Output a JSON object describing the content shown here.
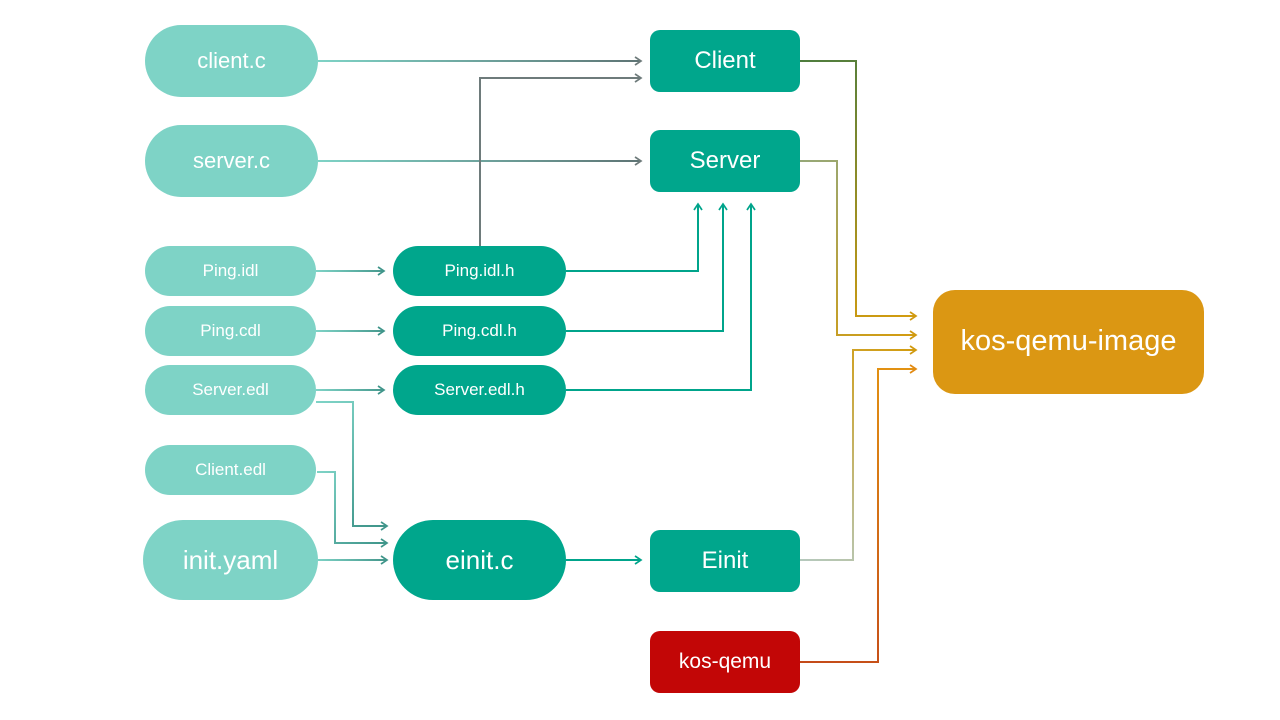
{
  "nodes": {
    "client_c": "client.c",
    "server_c": "server.c",
    "ping_idl": "Ping.idl",
    "ping_cdl": "Ping.cdl",
    "server_edl": "Server.edl",
    "client_edl": "Client.edl",
    "init_yaml": "init.yaml",
    "ping_idl_h": "Ping.idl.h",
    "ping_cdl_h": "Ping.cdl.h",
    "server_edl_h": "Server.edl.h",
    "einit_c": "einit.c",
    "client": "Client",
    "server": "Server",
    "einit": "Einit",
    "kos_qemu": "kos-qemu",
    "kos_qemu_image": "kos-qemu-image"
  },
  "edges": [
    {
      "from": "client.c",
      "to": "Client"
    },
    {
      "from": "server.c",
      "to": "Server"
    },
    {
      "from": "Ping.idl",
      "to": "Ping.idl.h"
    },
    {
      "from": "Ping.cdl",
      "to": "Ping.cdl.h"
    },
    {
      "from": "Server.edl",
      "to": "Server.edl.h"
    },
    {
      "from": "Ping.idl.h",
      "to": "Client"
    },
    {
      "from": "Ping.idl.h",
      "to": "Server"
    },
    {
      "from": "Ping.cdl.h",
      "to": "Server"
    },
    {
      "from": "Server.edl.h",
      "to": "Server"
    },
    {
      "from": "Server.edl",
      "to": "einit.c"
    },
    {
      "from": "Client.edl",
      "to": "einit.c"
    },
    {
      "from": "init.yaml",
      "to": "einit.c"
    },
    {
      "from": "einit.c",
      "to": "Einit"
    },
    {
      "from": "Client",
      "to": "kos-qemu-image"
    },
    {
      "from": "Server",
      "to": "kos-qemu-image"
    },
    {
      "from": "Einit",
      "to": "kos-qemu-image"
    },
    {
      "from": "kos-qemu",
      "to": "kos-qemu-image"
    }
  ],
  "colors": {
    "pill_light": "#7ED3C6",
    "teal": "#00A68C",
    "red": "#C20606",
    "gold": "#DB9713",
    "edge_gray": "#6E7B7B",
    "edge_teal": "#00A48B",
    "edge_teal_muted": "#3F958A",
    "edge_gold": "#D0990F",
    "edge_orange": "#E28A12",
    "background": "#FFFFFF"
  }
}
